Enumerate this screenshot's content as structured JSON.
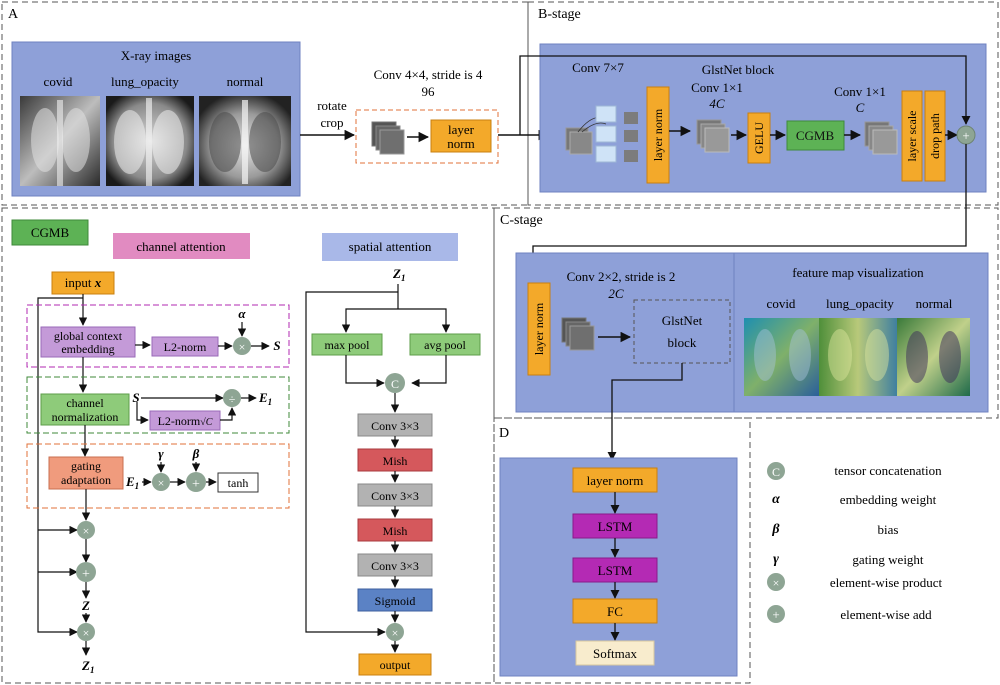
{
  "colors": {
    "panel_blue": "#8ea0d8",
    "orange": "#f3a92a",
    "green": "#5db255",
    "purple": "#c49ad8",
    "pink": "#e18bc1",
    "salmon": "#f09b7d",
    "light_green": "#8ecb7a",
    "gray": "#b2b2b2",
    "red": "#d5585c",
    "blue": "#5b82c5",
    "magenta": "#b42ab4",
    "cream": "#f8eccd",
    "op_gray": "#8ea594"
  },
  "panel_a": {
    "label": "A",
    "xray_title": "X-ray images",
    "img_covid": "covid",
    "img_lung": "lung_opacity",
    "img_normal": "normal",
    "rotate": "rotate",
    "crop": "crop",
    "conv_label": "Conv 4×4, stride is 4",
    "conv_dim": "96",
    "layer_norm_1": "layer",
    "layer_norm_2": "norm"
  },
  "panel_b": {
    "label": "B-stage",
    "conv7": "Conv 7×7",
    "glstnet": "GlstNet block",
    "conv1a": "Conv 1×1",
    "conv1a_dim": "4C",
    "conv1b": "Conv 1×1",
    "conv1b_dim": "C",
    "layer_norm": "layer norm",
    "gelu": "GELU",
    "cgmb": "CGMB",
    "layer_scale": "layer scale",
    "drop_path": "drop path"
  },
  "panel_c": {
    "label": "C-stage",
    "conv_label": "Conv 2×2, stride is 2",
    "conv_dim": "2C",
    "layer_norm": "layer norm",
    "glstnet_1": "GlstNet",
    "glstnet_2": "block",
    "fmv_title": "feature map visualization",
    "fmv_covid": "covid",
    "fmv_lung": "lung_opacity",
    "fmv_normal": "normal"
  },
  "panel_cgmb": {
    "badge": "CGMB",
    "channel_attention": "channel attention",
    "spatial_attention": "spatial attention",
    "input": "input",
    "input_var": "x",
    "gce_1": "global context",
    "gce_2": "embedding",
    "l2norm": "L2-norm",
    "alpha": "α",
    "s_out": "S",
    "chn_1": "channel",
    "chn_2": "normalization",
    "s_in": "S",
    "l2norm_c": "L2-norm",
    "sqrt_c": "√C",
    "e1_out": "E",
    "gate_1": "gating",
    "gate_2": "adaptation",
    "e1_in": "E",
    "gamma": "γ",
    "beta": "β",
    "tanh": "tanh",
    "z": "Z",
    "z1": "Z",
    "sub1": "1",
    "z1_top": "Z",
    "max_pool": "max pool",
    "avg_pool": "avg pool",
    "concat": "C",
    "conv3_1": "Conv 3×3",
    "mish_1": "Mish",
    "conv3_2": "Conv 3×3",
    "mish_2": "Mish",
    "conv3_3": "Conv 3×3",
    "sigmoid": "Sigmoid",
    "output": "output"
  },
  "panel_d": {
    "label": "D",
    "layer_norm": "layer norm",
    "lstm_1": "LSTM",
    "lstm_2": "LSTM",
    "fc": "FC",
    "softmax": "Softmax"
  },
  "legend": {
    "concat_sym": "C",
    "concat": "tensor concatenation",
    "alpha_sym": "α",
    "alpha": "embedding weight",
    "beta_sym": "β",
    "beta": "bias",
    "gamma_sym": "γ",
    "gamma": "gating weight",
    "mul": "element-wise product",
    "add": "element-wise add"
  },
  "symbols": {
    "times": "×",
    "plus": "+",
    "div": "÷"
  }
}
